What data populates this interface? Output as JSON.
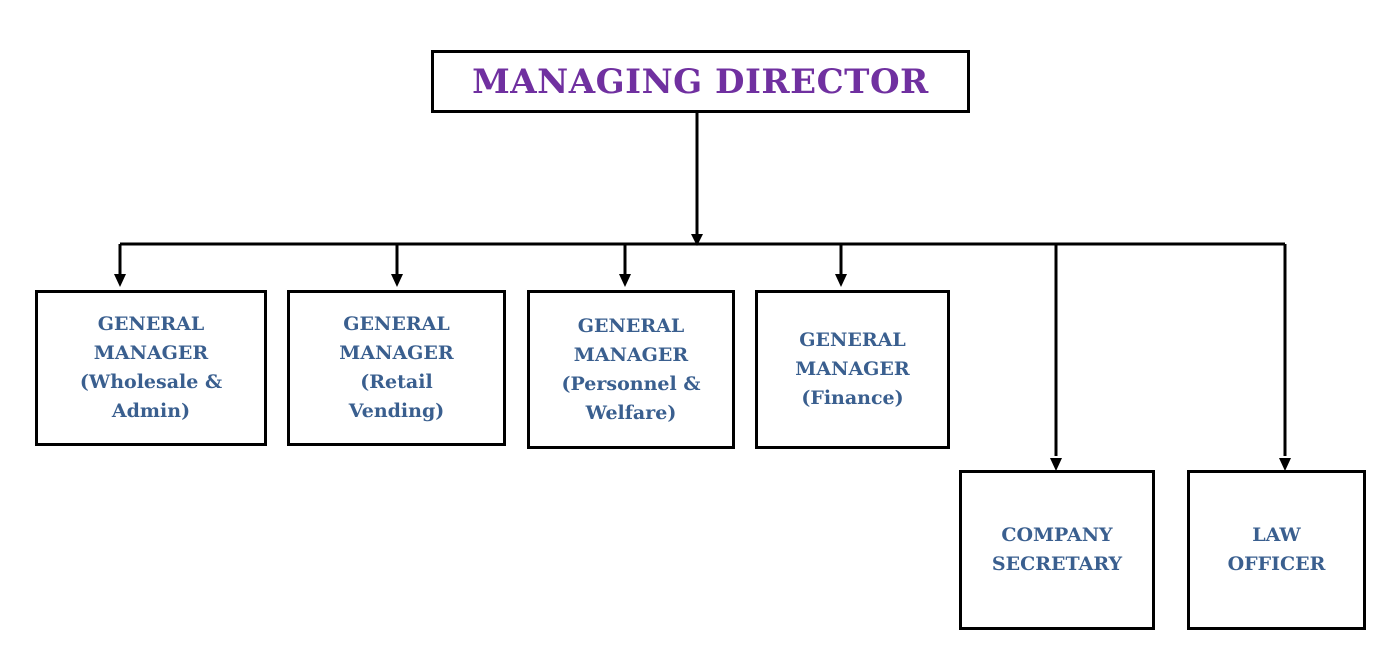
{
  "org_chart": {
    "top": {
      "label": "MANAGING DIRECTOR",
      "color": "#7030a0"
    },
    "subordinates": [
      {
        "label": "GENERAL\nMANAGER\n(Wholesale &\nAdmin)"
      },
      {
        "label": "GENERAL\nMANAGER\n(Retail\nVending)"
      },
      {
        "label": "GENERAL\nMANAGER\n(Personnel &\nWelfare)"
      },
      {
        "label": "GENERAL\nMANAGER\n(Finance)"
      },
      {
        "label": "COMPANY\nSECRETARY"
      },
      {
        "label": "LAW\nOFFICER"
      }
    ],
    "box_text_color": "#3a5f8f",
    "line_color": "#000000"
  }
}
